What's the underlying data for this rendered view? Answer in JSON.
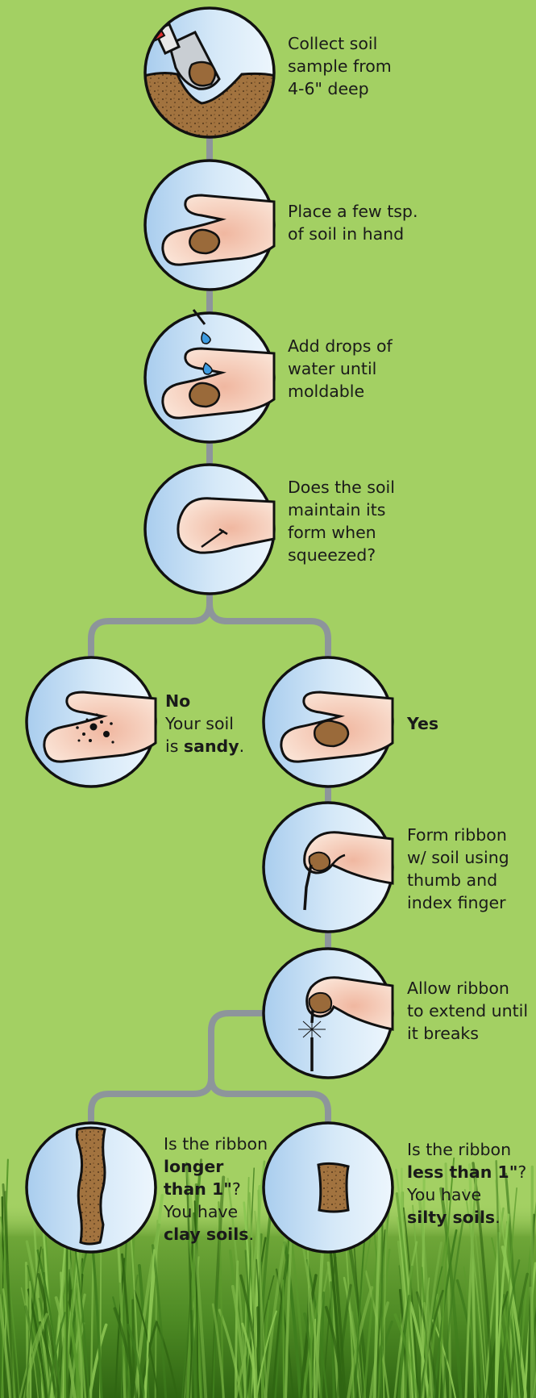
{
  "colors": {
    "background": "#a3d063",
    "connector": "#8d959b",
    "circle_stroke": "#111111",
    "circle_fill_light": "#e4f1fb",
    "circle_fill_dark": "#a9cdee",
    "skin": "#f6d9c8",
    "soil": "#9a6a3a",
    "water": "#3d9be0",
    "grass_dark": "#3f7d1d"
  },
  "steps": {
    "collect": {
      "lines": [
        "Collect soil",
        "sample from",
        "4-6\" deep"
      ],
      "icon": "trowel-soil-icon"
    },
    "place": {
      "lines": [
        "Place a few tsp.",
        "of soil in hand"
      ],
      "icon": "hand-soil-icon"
    },
    "water": {
      "lines": [
        "Add drops of",
        "water until",
        "moldable"
      ],
      "icon": "hand-water-drops-icon"
    },
    "squeeze": {
      "lines": [
        "Does the soil",
        "maintain its",
        "form when",
        "squeezed?"
      ],
      "icon": "closed-fist-icon"
    }
  },
  "no_branch": {
    "title": "No",
    "line1": "Your soil",
    "line2_pre": "is ",
    "line2_bold": "sandy",
    "line2_post": ".",
    "icon": "hand-sand-grains-icon"
  },
  "yes_branch": {
    "title": "Yes",
    "icon": "hand-soil-lump-icon"
  },
  "ribbon_form": {
    "lines": [
      "Form ribbon",
      "w/ soil using",
      "thumb and",
      "index finger"
    ],
    "icon": "fingers-ribbon-icon"
  },
  "ribbon_break": {
    "lines": [
      "Allow ribbon",
      "to extend until",
      "it breaks"
    ],
    "icon": "ribbon-break-icon"
  },
  "clay": {
    "line1": "Is the ribbon",
    "bold1": "longer",
    "bold2": "than 1\"",
    "post2": "?",
    "line4": "You have",
    "bold5": "clay soils",
    "post5": ".",
    "icon": "long-ribbon-icon"
  },
  "silty": {
    "line1": "Is the ribbon",
    "bold2": "less than 1\"",
    "post2": "?",
    "line3": "You have",
    "bold4": "silty soils",
    "post4": ".",
    "icon": "short-ribbon-icon"
  }
}
